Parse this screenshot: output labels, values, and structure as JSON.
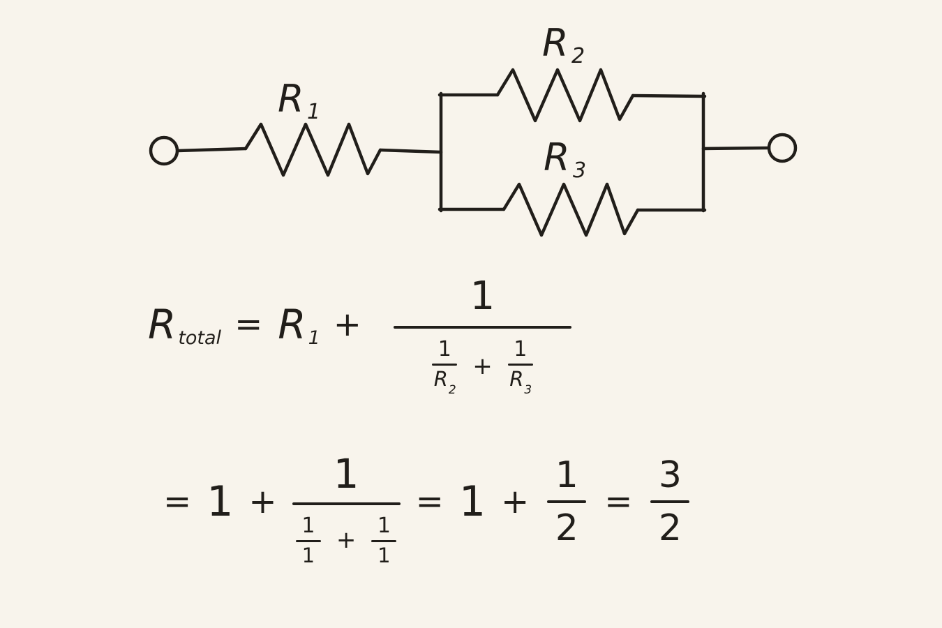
{
  "page": {
    "background": "#f8f4ec",
    "ink": "#211e1a"
  },
  "circuit": {
    "r1": {
      "base": "R",
      "sub": "1"
    },
    "r2": {
      "base": "R",
      "sub": "2"
    },
    "r3": {
      "base": "R",
      "sub": "3"
    }
  },
  "eq1": {
    "lhs": {
      "base": "R",
      "sub": "total"
    },
    "equals": "=",
    "r1": {
      "base": "R",
      "sub": "1"
    },
    "plus": "+",
    "frac": {
      "numerator": "1",
      "den": {
        "f1": {
          "num": "1",
          "base": "R",
          "sub": "2"
        },
        "plus": "+",
        "f2": {
          "num": "1",
          "base": "R",
          "sub": "3"
        }
      }
    }
  },
  "eq2": {
    "equals1": "=",
    "one1": "1",
    "plus1": "+",
    "bigfrac": {
      "numerator": "1",
      "den": {
        "f1": {
          "num": "1",
          "den": "1"
        },
        "plus": "+",
        "f2": {
          "num": "1",
          "den": "1"
        }
      }
    },
    "equals2": "=",
    "one2": "1",
    "plus2": "+",
    "half": {
      "num": "1",
      "den": "2"
    },
    "equals3": "=",
    "threehalves": {
      "num": "3",
      "den": "2"
    }
  }
}
